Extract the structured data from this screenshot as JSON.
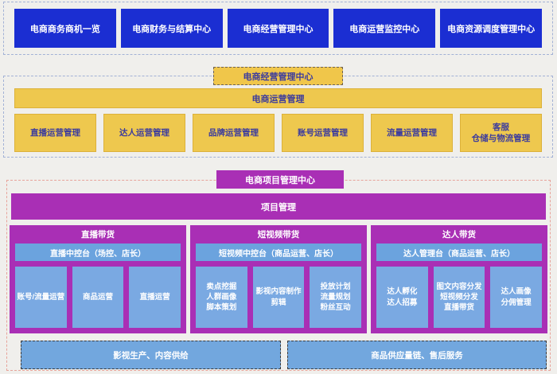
{
  "top_section": {
    "items": [
      "电商商务商机一览",
      "电商财务与结算中心",
      "电商经营管理中心",
      "电商运营监控中心",
      "电商资源调度管理中心"
    ]
  },
  "operations_section": {
    "title": "电商经营管理中心",
    "bar": "电商运营管理",
    "items": [
      "直播运营管理",
      "达人运营管理",
      "品牌运营管理",
      "账号运营管理",
      "流量运营管理",
      "客服\n仓储与物流管理"
    ]
  },
  "project_section": {
    "title": "电商项目管理中心",
    "bar": "项目管理",
    "columns": [
      {
        "header": "直播带货",
        "subheader": "直播中控台（场控、店长）",
        "cells": [
          "账号/流量运营",
          "商品运营",
          "直播运营"
        ]
      },
      {
        "header": "短视频带货",
        "subheader": "短视频中控台（商品运营、店长）",
        "cells": [
          "卖点挖掘\n人群画像\n脚本策划",
          "影视内容制作\n剪辑",
          "投放计划\n流量规划\n粉丝互动"
        ]
      },
      {
        "header": "达人带货",
        "subheader": "达人管理台（商品运营、店长）",
        "cells": [
          "达人孵化\n达人招募",
          "图文内容分发\n短视频分发\n直播带货",
          "达人画像\n分佣管理"
        ]
      }
    ],
    "footer_items": [
      "影视生产、内容供给",
      "商品供应量链、售后服务"
    ]
  },
  "colors": {
    "background": "#f0efec",
    "blue_node": "#1b2ed2",
    "yellow_node": "#eec84e",
    "yellow_text": "#3b3b9e",
    "purple_node": "#a92fb5",
    "light_blue_node": "#7aa9e2",
    "sub_bar_blue": "#6ba3de",
    "footer_blue": "#72a7de",
    "dashed_border_blue": "#a3b2d6",
    "dashed_border_pink": "#e7a49b"
  }
}
